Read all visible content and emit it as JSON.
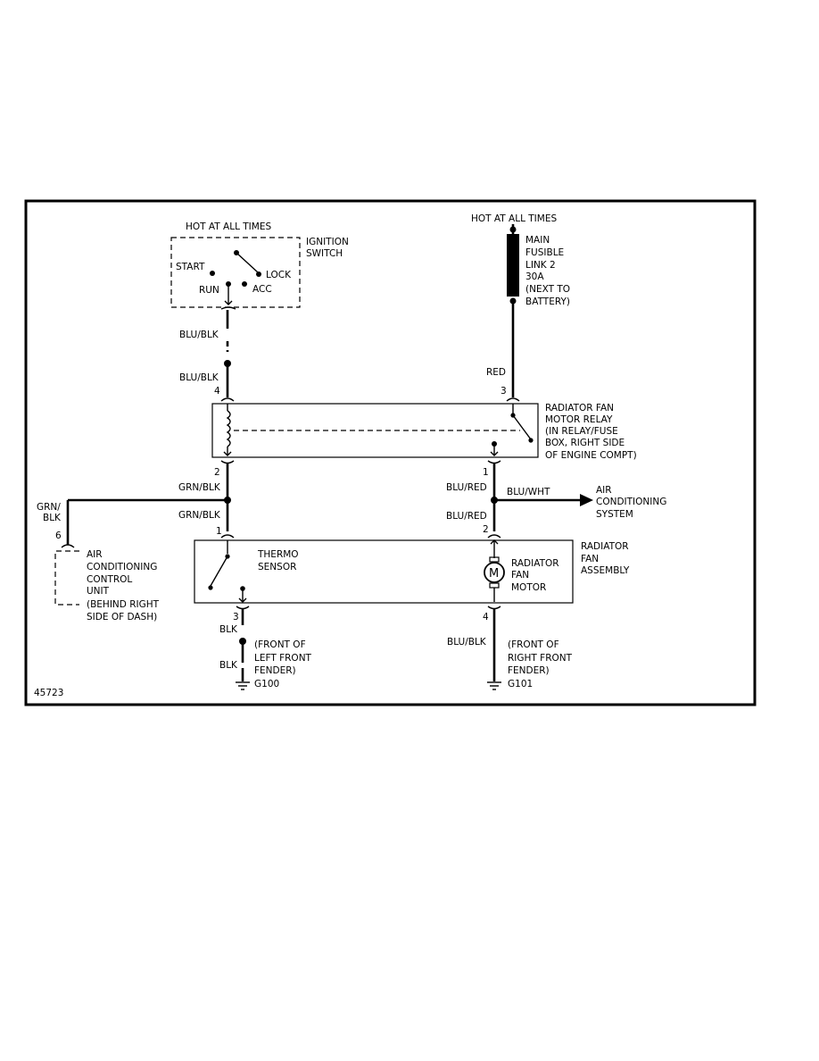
{
  "figure_id": "45723",
  "ignition": {
    "hot_label": "HOT AT ALL TIMES",
    "name_line1": "IGNITION",
    "name_line2": "SWITCH",
    "pos_start": "START",
    "pos_lock": "LOCK",
    "pos_run": "RUN",
    "pos_acc": "ACC"
  },
  "fusible_link": {
    "hot_label": "HOT AT ALL TIMES",
    "lines": [
      "MAIN",
      "FUSIBLE",
      "LINK 2",
      "30A",
      "(NEXT TO",
      "BATTERY)"
    ]
  },
  "relay": {
    "lines": [
      "RADIATOR FAN",
      "MOTOR RELAY",
      "(IN RELAY/FUSE",
      "BOX, RIGHT SIDE",
      "OF ENGINE COMPT)"
    ],
    "pin_coil_in": "4",
    "pin_switch_in": "3",
    "pin_coil_out": "2",
    "pin_switch_out": "1"
  },
  "wires": {
    "ign_upper": "BLU/BLK",
    "ign_lower": "BLU/BLK",
    "battery": "RED",
    "relay_out_left": "GRN/BLK",
    "to_fan_left": "GRN/BLK",
    "relay_out_right": "BLU/RED",
    "to_fan_right": "BLU/RED",
    "ac_branch": "BLU/WHT",
    "ac_unit_line1": "GRN/",
    "ac_unit_line2": "BLK",
    "gnd_left_upper": "BLK",
    "gnd_left_lower": "BLK",
    "gnd_right": "BLU/BLK"
  },
  "ac_system": {
    "lines": [
      "AIR",
      "CONDITIONING",
      "SYSTEM"
    ]
  },
  "ac_control_unit": {
    "pin": "6",
    "lines": [
      "AIR",
      "CONDITIONING",
      "CONTROL",
      "UNIT",
      "(BEHIND RIGHT",
      "SIDE OF DASH)"
    ]
  },
  "fan_assembly": {
    "lines": [
      "RADIATOR",
      "FAN",
      "ASSEMBLY"
    ],
    "thermo_line1": "THERMO",
    "thermo_line2": "SENSOR",
    "motor_lines": [
      "RADIATOR",
      "FAN",
      "MOTOR"
    ],
    "motor_symbol": "M",
    "pin_thermo_in": "1",
    "pin_motor_in": "2",
    "pin_thermo_out": "3",
    "pin_motor_out": "4"
  },
  "grounds": {
    "left_lines": [
      "(FRONT OF",
      "LEFT FRONT",
      "FENDER)"
    ],
    "left_id": "G100",
    "right_lines": [
      "(FRONT OF",
      "RIGHT FRONT",
      "FENDER)"
    ],
    "right_id": "G101"
  }
}
